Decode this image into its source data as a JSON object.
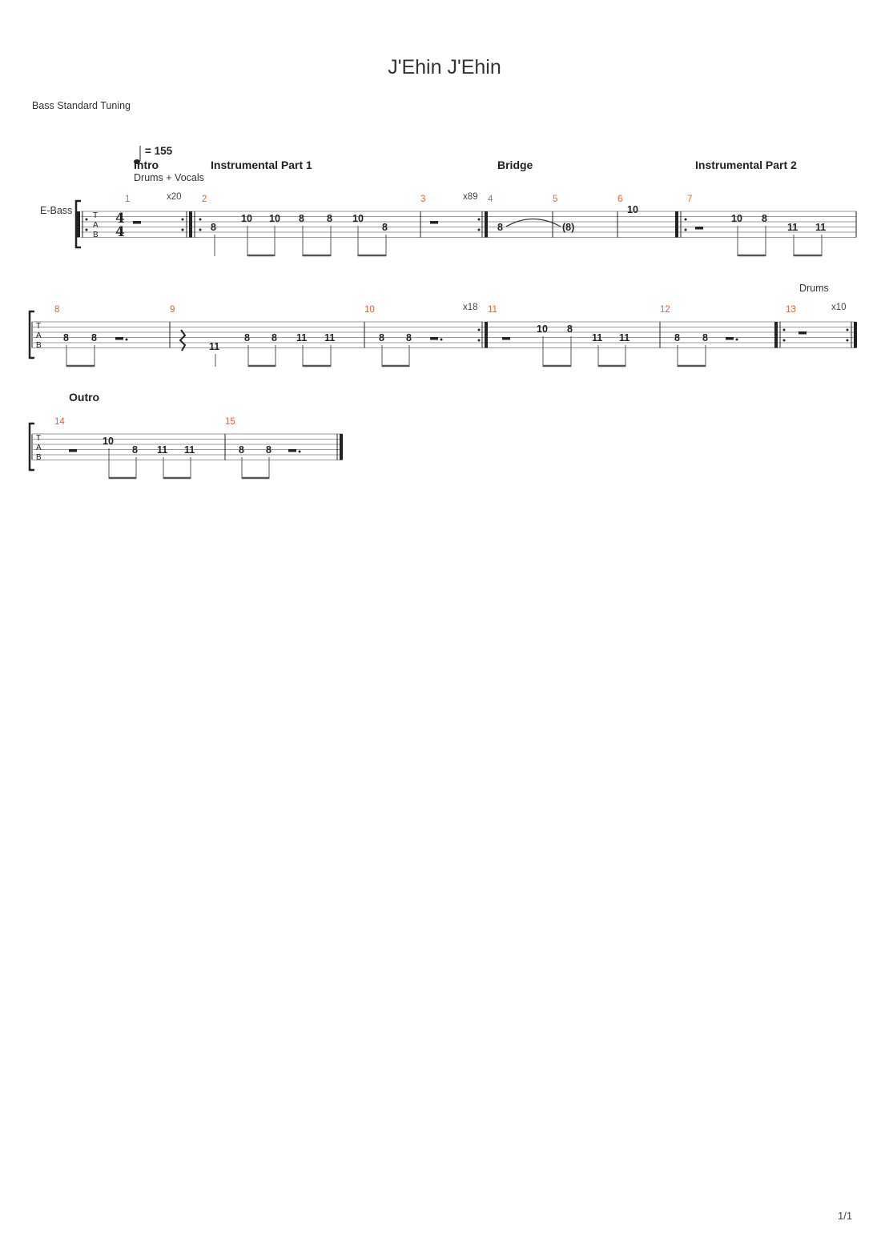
{
  "title": "J'Ehin J'Ehin",
  "tuning": "Bass Standard Tuning",
  "tempo": {
    "symbol": "= 155",
    "value": 155
  },
  "instrument": "E-Bass",
  "sections": {
    "intro": "Intro",
    "intro_note": "Drums + Vocals",
    "part1": "Instrumental Part 1",
    "bridge": "Bridge",
    "part2": "Instrumental Part 2",
    "drums": "Drums",
    "outro": "Outro"
  },
  "time_signature": {
    "top": "4",
    "bottom": "4"
  },
  "tab_letters": [
    "T",
    "A",
    "B"
  ],
  "measure_numbers": [
    "1",
    "2",
    "3",
    "4",
    "5",
    "6",
    "7",
    "8",
    "9",
    "10",
    "11",
    "12",
    "13",
    "14",
    "15"
  ],
  "repeats": {
    "m1": "x20",
    "m3": "x89",
    "m10": "x18",
    "m13": "x10"
  },
  "notes": {
    "m2": [
      "8",
      "10",
      "10",
      "8",
      "8",
      "10",
      "8"
    ],
    "m4": [
      "8"
    ],
    "m5": [
      "(8)"
    ],
    "m6": [
      "10"
    ],
    "m7": [
      "10",
      "8",
      "11",
      "11"
    ],
    "m8": [
      "8",
      "8"
    ],
    "m9": [
      "11",
      "8",
      "8",
      "11",
      "11"
    ],
    "m10": [
      "8",
      "8"
    ],
    "m11": [
      "10",
      "8",
      "11",
      "11"
    ],
    "m12": [
      "8",
      "8"
    ],
    "m14": [
      "10",
      "8",
      "11",
      "11"
    ],
    "m15": [
      "8",
      "8"
    ]
  },
  "page_number": "1/1"
}
